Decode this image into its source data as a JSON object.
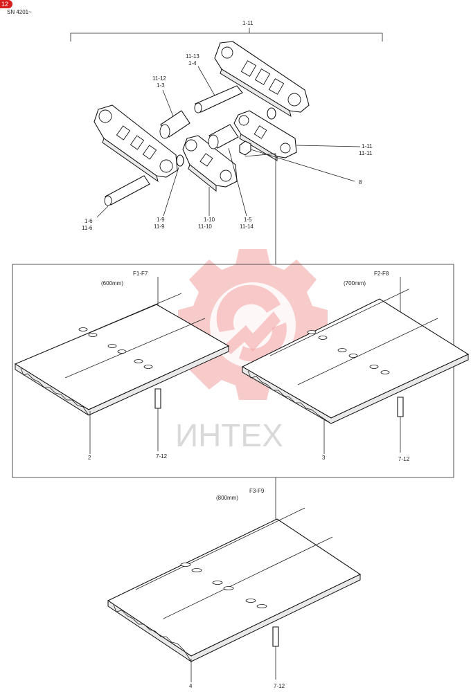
{
  "header": {
    "page_mark": "12",
    "serial_text": "SN 4201~"
  },
  "watermark": {
    "text": "ИНТЕХ",
    "color": "#f2a0a0"
  },
  "assembly": {
    "top_label": "1-11",
    "labels": {
      "c1113": "11-13",
      "c14": "1-4",
      "c1112": "11-12",
      "c13": "1-3",
      "c111a": "1-11",
      "c1111": "11-11",
      "c8": "8",
      "c16": "1-6",
      "c116": "11-6",
      "c19": "1-9",
      "c119": "11-9",
      "c110": "1-10",
      "c1110": "11-10",
      "c15": "1-5",
      "c1114": "11-14"
    }
  },
  "shoes": [
    {
      "code": "F1-F7",
      "width": "(600mm)",
      "item": "2",
      "bolt": "7-12"
    },
    {
      "code": "F2-F8",
      "width": "(700mm)",
      "item": "3",
      "bolt": "7-12"
    },
    {
      "code": "F3-F9",
      "width": "(800mm)",
      "item": "4",
      "bolt": "7-12"
    }
  ]
}
